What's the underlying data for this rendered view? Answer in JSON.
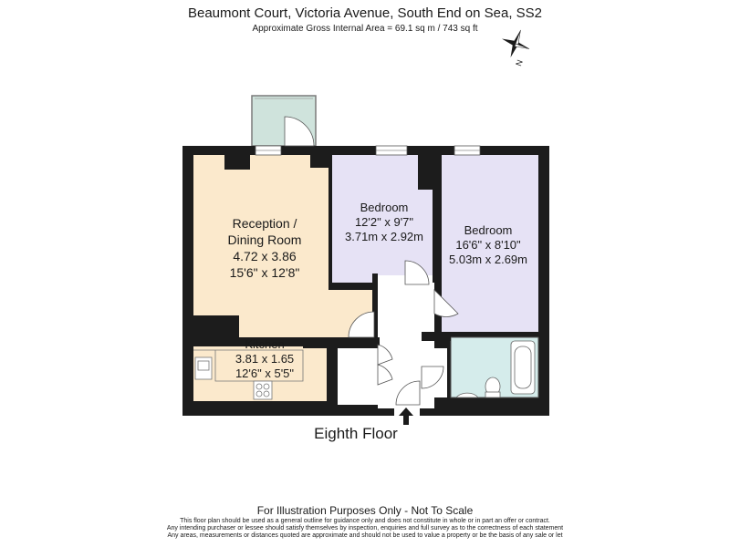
{
  "header": {
    "title": "Beaumont Court, Victoria Avenue, South End on Sea, SS2",
    "subtitle": "Approximate Gross Internal Area = 69.1 sq m / 743 sq ft"
  },
  "compass": {
    "north_label": "N",
    "icon": "compass-rose-icon"
  },
  "rooms": {
    "reception": {
      "name1": "Reception /",
      "name2": "Dining Room",
      "metric": "4.72 x 3.86",
      "imperial": "15'6\" x 12'8\""
    },
    "bedroom1": {
      "name": "Bedroom",
      "imperial": "12'2\" x 9'7\"",
      "metric": "3.71m x 2.92m"
    },
    "bedroom2": {
      "name": "Bedroom",
      "imperial": "16'6\" x 8'10\"",
      "metric": "5.03m x 2.69m"
    },
    "kitchen": {
      "name": "Kitchen",
      "metric": "3.81 x 1.65",
      "imperial": "12'6\" x 5'5\""
    }
  },
  "colors": {
    "reception": "#fbe9cc",
    "bedroom": "#e6e2f5",
    "bathroom": "#d5eceb",
    "balcony": "#cfe3dc",
    "wall": "#1c1c1c"
  },
  "floor_label": "Eighth Floor",
  "footer": {
    "heading": "For Illustration Purposes Only - Not To Scale",
    "line1": "This floor plan should be used as a general outline for guidance only and does not constitute in whole or in part an offer or contract.",
    "line2": "Any intending purchaser or lessee should satisfy themselves by inspection, enquiries and full survey as to the correctness of each statement",
    "line3": "Any areas, measurements or distances quoted are approximate and should not be used to value a property or be the basis of any sale or let"
  }
}
